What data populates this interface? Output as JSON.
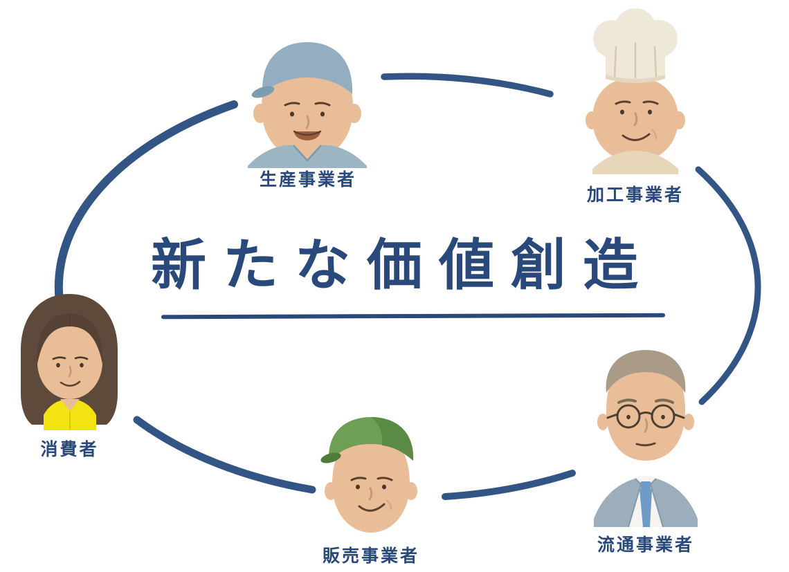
{
  "diagram": {
    "title": "新たな価値創造",
    "nodes": [
      {
        "id": "producer",
        "label": "生産事業者",
        "icon": "farmer-icon"
      },
      {
        "id": "processor",
        "label": "加工事業者",
        "icon": "chef-icon"
      },
      {
        "id": "distributor",
        "label": "流通事業者",
        "icon": "businessman-icon"
      },
      {
        "id": "seller",
        "label": "販売事業者",
        "icon": "shop-clerk-icon"
      },
      {
        "id": "consumer",
        "label": "消費者",
        "icon": "consumer-woman-icon"
      }
    ],
    "colors": {
      "navy": "#28497a",
      "skin": "#e9bd97",
      "producer_cap": "#92aec0",
      "producer_shirt": "#9cb5c3",
      "processor_hat": "#efe8d9",
      "processor_collar": "#e7d6ba",
      "distributor_hair": "#a99b88",
      "distributor_jacket": "#9cadbb",
      "distributor_tie": "#6f9cc7",
      "seller_cap": "#6da055",
      "consumer_hair": "#5e4a3b",
      "consumer_collar": "#f4e313"
    }
  }
}
